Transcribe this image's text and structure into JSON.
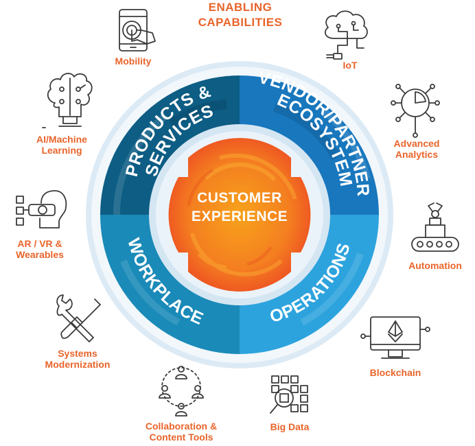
{
  "header": {
    "line1": "ENABLING",
    "line2": "CAPABILITIES"
  },
  "center": {
    "line1": "CUSTOMER",
    "line2": "EXPERIENCE",
    "color": "#f26522"
  },
  "quadrants": {
    "top_left": {
      "line1": "PRODUCTS &",
      "line2": "SERVICES",
      "color": "#0d5d84"
    },
    "top_right": {
      "line1": "VENDOR/PARTNER",
      "line2": "ECOSYSTEM",
      "color": "#1877bd"
    },
    "bottom_left": {
      "line1": "WORKPLACE",
      "color": "#1a8ab8"
    },
    "bottom_right": {
      "line1": "OPERATIONS",
      "color": "#2da3dd"
    }
  },
  "capabilities": {
    "mobility": {
      "label": "Mobility",
      "icon": "smartphone-touch-icon"
    },
    "iot": {
      "label": "IoT",
      "icon": "iot-brain-plug-icon"
    },
    "ai": {
      "line1": "AI/Machine",
      "line2": "Learning",
      "icon": "ai-brain-gear-icon"
    },
    "analytics": {
      "line1": "Advanced",
      "line2": "Analytics",
      "icon": "analytics-magnifier-icon"
    },
    "ar_vr": {
      "line1": "AR / VR &",
      "line2": "Wearables",
      "icon": "vr-headset-icon"
    },
    "automation": {
      "label": "Automation",
      "icon": "robot-arm-conveyor-icon"
    },
    "systems": {
      "line1": "Systems",
      "line2": "Modernization",
      "icon": "wrench-screwdriver-icon"
    },
    "blockchain": {
      "label": "Blockchain",
      "icon": "blockchain-monitor-icon"
    },
    "collaboration": {
      "line1": "Collaboration &",
      "line2": "Content Tools",
      "icon": "people-network-icon"
    },
    "big_data": {
      "label": "Big Data",
      "icon": "big-data-grid-magnifier-icon"
    }
  },
  "colors": {
    "accent": "#e8642a",
    "outer_ring": "#dceaf5",
    "inner_ring": "#d5e6f3"
  }
}
